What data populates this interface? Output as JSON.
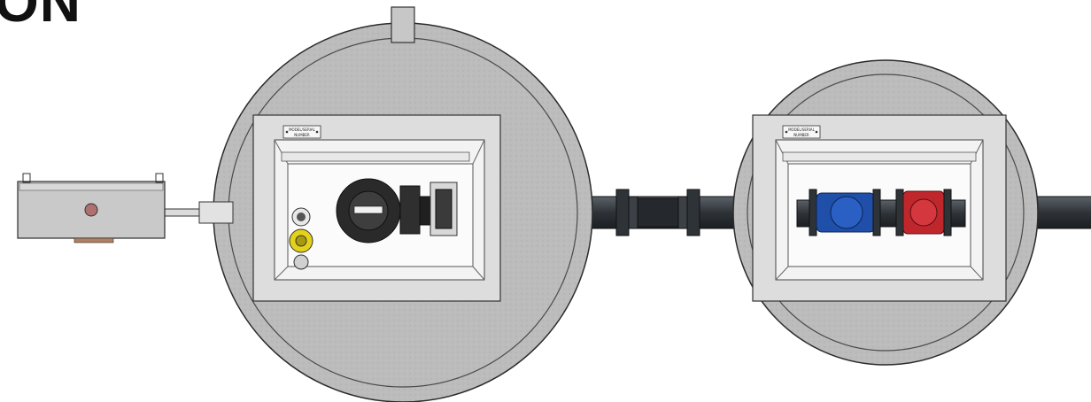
{
  "header": {
    "title": "ON"
  },
  "nameplate": {
    "line1": "MODEL/SERIAL",
    "line2": "NUMBER"
  },
  "colors": {
    "tank": "#b9b9b9",
    "tank_edge": "#3a3a3a",
    "frame": "#d9d9d9",
    "pipe": "#2e3338",
    "gate_valve": "#1f4fa8",
    "check_valve": "#c0272d",
    "meter_yellow": "#e3d21a",
    "indicator_light": "#b07070"
  },
  "components": [
    {
      "name": "control-panel"
    },
    {
      "name": "left-pump-vault"
    },
    {
      "name": "flexible-coupling"
    },
    {
      "name": "right-valve-vault"
    },
    {
      "name": "outlet-pipe"
    }
  ]
}
